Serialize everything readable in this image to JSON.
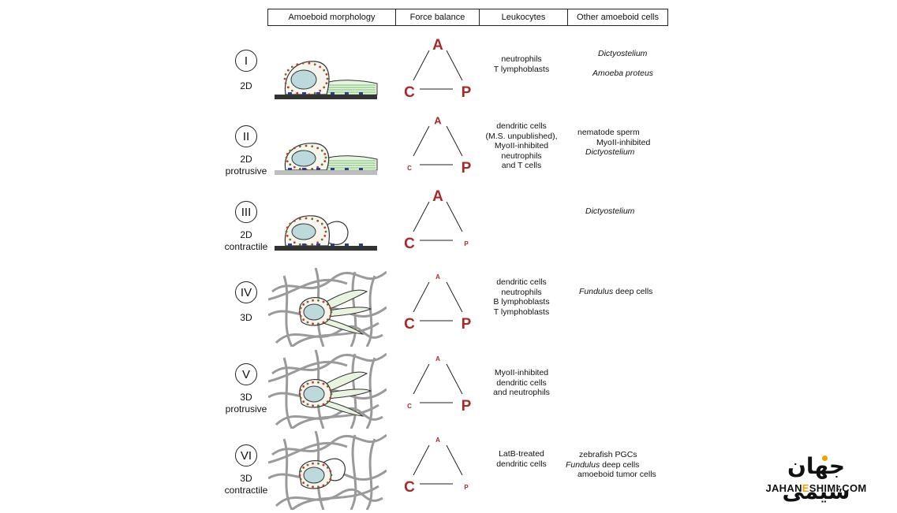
{
  "header": {
    "morphology": "Amoeboid morphology",
    "force": "Force balance",
    "leukocytes": "Leukocytes",
    "other": "Other amoeboid cells"
  },
  "triangle_letters": {
    "a": "A",
    "c": "C",
    "p": "P"
  },
  "accent_color": "#a52a2a",
  "rows": [
    {
      "numeral": "I",
      "condition": [
        "2D"
      ],
      "force": {
        "a": "large",
        "c": "large",
        "p": "large"
      },
      "leukocytes": [
        "neutrophils",
        "T lymphoblasts"
      ],
      "other": [
        {
          "text": "Dictyostelium",
          "italic": true
        },
        {
          "text": "Amoeba proteus",
          "italic": true
        }
      ]
    },
    {
      "numeral": "II",
      "condition": [
        "2D",
        "protrusive"
      ],
      "force": {
        "a": "medium",
        "c": "small",
        "p": "large"
      },
      "leukocytes": [
        "dendritic cells",
        "(M.S. unpublished),",
        "MyoII-inhibited",
        "neutrophils",
        "and T cells"
      ],
      "other": [
        {
          "text": "nematode sperm",
          "italic": false
        },
        {
          "text": "MyoII-inhibited",
          "italic": false
        },
        {
          "text": "Dictyostelium",
          "italic": true
        }
      ]
    },
    {
      "numeral": "III",
      "condition": [
        "2D",
        "contractile"
      ],
      "force": {
        "a": "large",
        "c": "large",
        "p": "small"
      },
      "leukocytes": [],
      "other": [
        {
          "text": "Dictyostelium",
          "italic": true
        }
      ]
    },
    {
      "numeral": "IV",
      "condition": [
        "3D"
      ],
      "force": {
        "a": "small",
        "c": "large",
        "p": "large"
      },
      "leukocytes": [
        "dendritic cells",
        "neutrophils",
        "B lymphoblasts",
        "T lymphoblasts"
      ],
      "other": [
        {
          "text": "Fundulus",
          "italic": true,
          "suffix": " deep cells"
        }
      ]
    },
    {
      "numeral": "V",
      "condition": [
        "3D",
        "protrusive"
      ],
      "force": {
        "a": "small",
        "c": "small",
        "p": "large"
      },
      "leukocytes": [
        "MyoII-inhibited",
        "dendritic cells",
        "and neutrophils"
      ],
      "other": []
    },
    {
      "numeral": "VI",
      "condition": [
        "3D",
        "contractile"
      ],
      "force": {
        "a": "small",
        "c": "large",
        "p": "small"
      },
      "leukocytes": [
        "LatB-treated",
        "dendritic cells"
      ],
      "other": [
        {
          "text": "zebrafish PGCs",
          "italic": false
        },
        {
          "text": "Fundulus",
          "italic": true,
          "suffix": " deep cells"
        },
        {
          "text": "amoeboid tumor cells",
          "italic": false
        }
      ]
    }
  ],
  "watermark": {
    "persian": "جهان شیمی",
    "latin_left": "JAHAN",
    "latin_mid": "E",
    "latin_right": "SHIMI.COM"
  }
}
